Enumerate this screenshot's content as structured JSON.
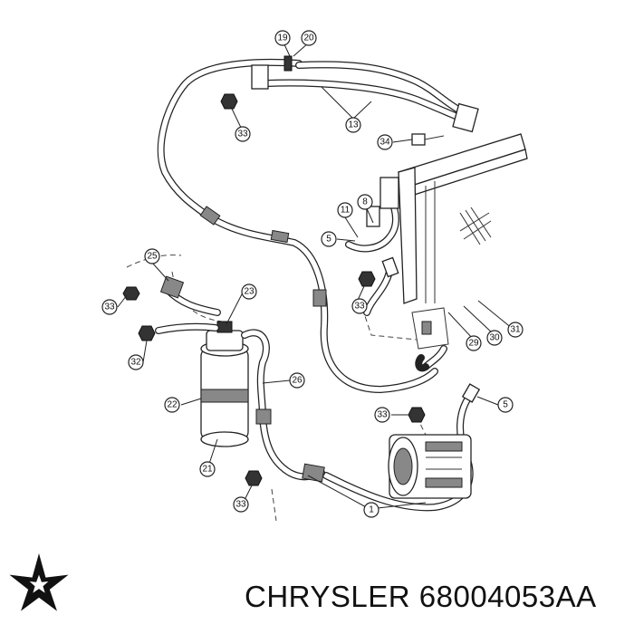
{
  "diagram": {
    "callouts": [
      {
        "id": "c19",
        "text": "19"
      },
      {
        "id": "c20",
        "text": "20"
      },
      {
        "id": "c13",
        "text": "13"
      },
      {
        "id": "c33a",
        "text": "33"
      },
      {
        "id": "c34",
        "text": "34"
      },
      {
        "id": "c11",
        "text": "11"
      },
      {
        "id": "c8",
        "text": "8"
      },
      {
        "id": "c5a",
        "text": "5"
      },
      {
        "id": "c25",
        "text": "25"
      },
      {
        "id": "c33b",
        "text": "33"
      },
      {
        "id": "c23",
        "text": "23"
      },
      {
        "id": "c33c",
        "text": "33"
      },
      {
        "id": "c32",
        "text": "32"
      },
      {
        "id": "c29",
        "text": "29"
      },
      {
        "id": "c30",
        "text": "30"
      },
      {
        "id": "c31",
        "text": "31"
      },
      {
        "id": "c22",
        "text": "22"
      },
      {
        "id": "c26",
        "text": "26"
      },
      {
        "id": "c5b",
        "text": "5"
      },
      {
        "id": "c33d",
        "text": "33"
      },
      {
        "id": "c21",
        "text": "21"
      },
      {
        "id": "c33e",
        "text": "33"
      },
      {
        "id": "c1",
        "text": "1"
      }
    ]
  },
  "footer": {
    "brand": "CHRYSLER",
    "part_number": "68004053AA",
    "logo_icon": "chrysler-pentastar-icon"
  }
}
